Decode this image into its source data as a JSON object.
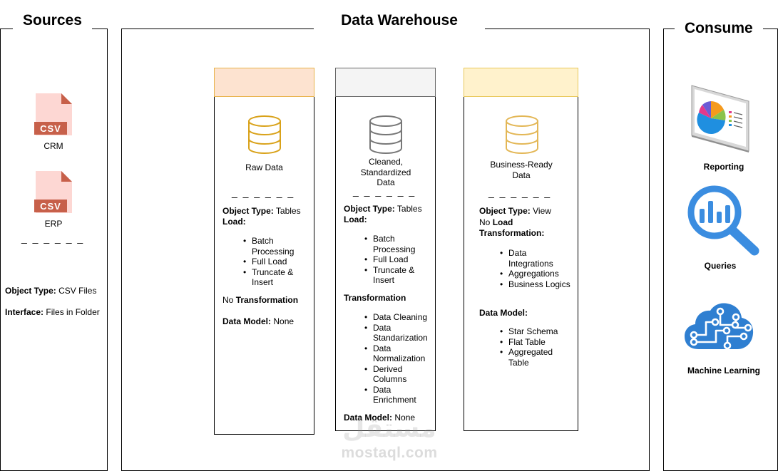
{
  "sections": {
    "sources": "Sources",
    "warehouse": "Data Warehouse",
    "consume": "Consume"
  },
  "sources": {
    "files": [
      {
        "badge": "CSV",
        "label": "CRM",
        "icon": "csv-file-icon"
      },
      {
        "badge": "CSV",
        "label": "ERP",
        "icon": "csv-file-icon"
      }
    ],
    "dashes": "_ _ _ _ _ _",
    "object_type_key": "Object Type:",
    "object_type_val": "CSV Files",
    "interface_key": "Interface:",
    "interface_val": "Files in Folder"
  },
  "layers": {
    "bronze": {
      "header_color": "#fde3d0",
      "header_border": "#e8b34a",
      "icon_color": "#d9a21a",
      "name": "Raw Data",
      "dashes": "_ _ _ _ _ _",
      "object_type_key": "Object Type:",
      "object_type_val": "Tables",
      "load_key": "Load:",
      "load_items": [
        "Batch Processing",
        "Full Load",
        "Truncate & Insert"
      ],
      "transform_prefix": "No",
      "transform_key": "Transformation",
      "model_key": "Data Model:",
      "model_val": "None"
    },
    "silver": {
      "header_color": "#f4f4f4",
      "header_border": "#666666",
      "icon_color": "#777777",
      "name": "Cleaned, Standardized Data",
      "dashes": "_ _ _ _ _ _",
      "object_type_key": "Object Type:",
      "object_type_val": "Tables",
      "load_key": "Load:",
      "load_items": [
        "Batch Processing",
        "Full Load",
        "Truncate & Insert"
      ],
      "transform_key": "Transformation",
      "transform_items": [
        "Data Cleaning",
        "Data Standarization",
        "Data Normalization",
        "Derived Columns",
        "Data Enrichment"
      ],
      "model_key": "Data Model:",
      "model_val": "None"
    },
    "gold": {
      "header_color": "#fff2cc",
      "header_border": "#e8c85a",
      "icon_color": "#e3b756",
      "name": "Business-Ready Data",
      "dashes": "_ _ _ _ _ _",
      "object_type_key": "Object Type:",
      "object_type_val": "View",
      "load_prefix": "No",
      "load_key": "Load",
      "transform_key": "Transformation:",
      "transform_items": [
        "Data Integrations",
        "Aggregations",
        "Business Logics"
      ],
      "model_key": "Data Model:",
      "model_items": [
        "Star Schema",
        "Flat Table",
        "Aggregated Table"
      ]
    }
  },
  "consume": {
    "items": [
      {
        "label": "Reporting",
        "icon": "report-dashboard-icon"
      },
      {
        "label": "Queries",
        "icon": "magnifier-chart-icon"
      },
      {
        "label": "Machine Learning",
        "icon": "brain-circuit-icon"
      }
    ]
  },
  "watermark": {
    "arabic": "مستقل",
    "latin": "mostaql.com"
  }
}
